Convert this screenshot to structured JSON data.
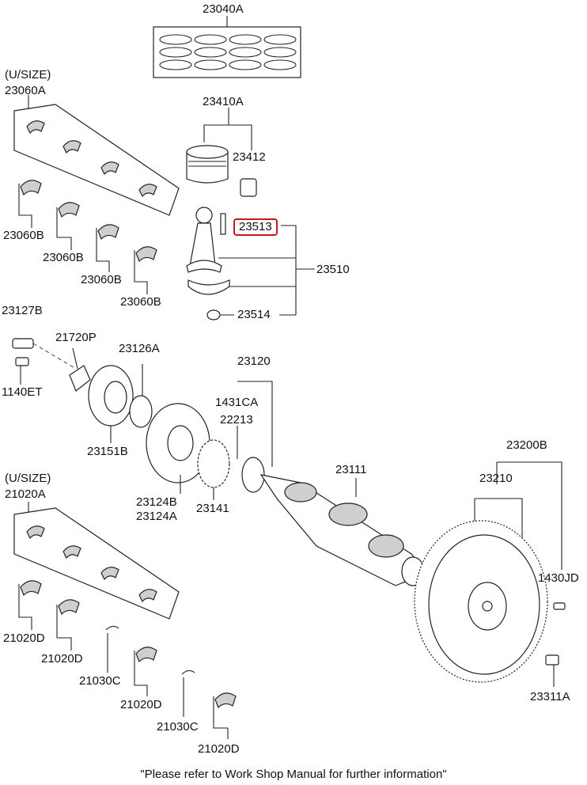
{
  "labels": {
    "l23040A": "23040A",
    "lUsize1": "(U/SIZE)",
    "l23060A": "23060A",
    "l23410A": "23410A",
    "l23412": "23412",
    "l23513": "23513",
    "l23510": "23510",
    "l23514": "23514",
    "l23060B_1": "23060B",
    "l23060B_2": "23060B",
    "l23060B_3": "23060B",
    "l23060B_4": "23060B",
    "l23127B": "23127B",
    "l21720P": "21720P",
    "l23126A": "23126A",
    "l1140ET": "1140ET",
    "l23120": "23120",
    "l1431CA": "1431CA",
    "l22213": "22213",
    "l23151B": "23151B",
    "l23124B": "23124B",
    "l23124A": "23124A",
    "l23141": "23141",
    "l23111": "23111",
    "l23200B": "23200B",
    "l23210": "23210",
    "lUsize2": "(U/SIZE)",
    "l21020A": "21020A",
    "l1430JD": "1430JD",
    "l21020D_1": "21020D",
    "l21020D_2": "21020D",
    "l21030C_1": "21030C",
    "l21020D_3": "21020D",
    "l21030C_2": "21030C",
    "l21020D_4": "21020D",
    "l23311A": "23311A"
  },
  "highlight_color": "#c8171e",
  "footer": "\"Please refer to Work Shop Manual for further information\""
}
